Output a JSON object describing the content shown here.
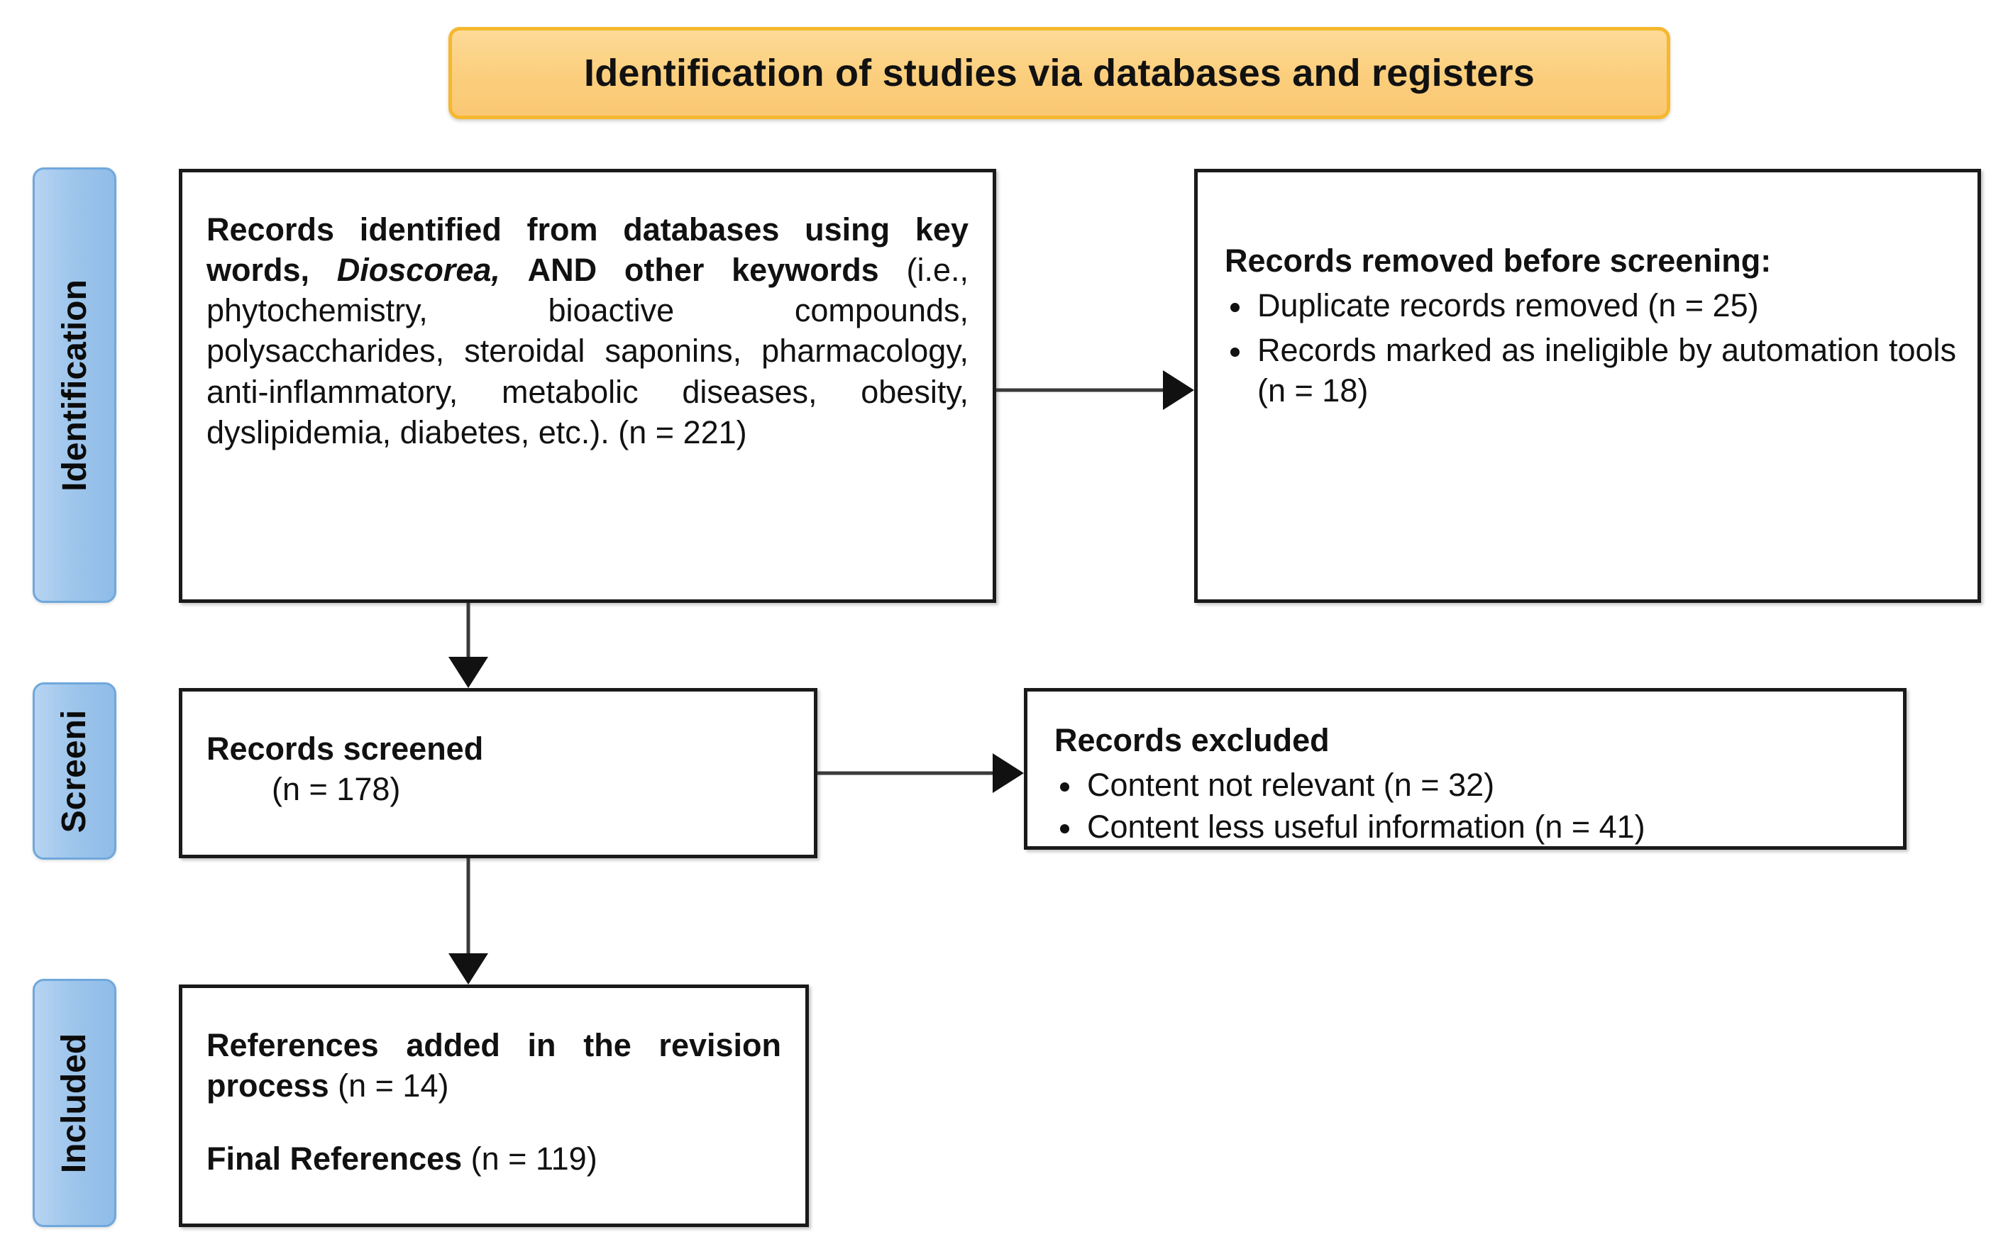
{
  "banner": {
    "title": "Identification of studies via databases and registers",
    "fill_color": "#FCD385",
    "border_color": "#F5B82E"
  },
  "stages": [
    {
      "id": "identification",
      "label": "Identification"
    },
    {
      "id": "screening",
      "label": "Screeni"
    },
    {
      "id": "included",
      "label": "Included"
    }
  ],
  "stage_pill_colors": {
    "fill": "#9FC3E8",
    "border": "#6FA8DC"
  },
  "boxes": {
    "identified": {
      "bold_lead": "Records identified from databases using key words,",
      "italic_term": "Dioscorea,",
      "bold_tail": "AND other keywords",
      "body": "(i.e., phytochemistry, bioactive compounds, polysaccharides, steroidal saponins, pharmacology, anti-inflammatory, metabolic diseases, obesity, dyslipidemia, diabetes, etc.). (n = 221)",
      "count": "(n = 221)"
    },
    "removed": {
      "heading": "Records removed before screening:",
      "items": [
        "Duplicate records removed (n = 25)",
        "Records marked as ineligible by automation tools (n = 18)"
      ],
      "counts": [
        "25",
        "18"
      ]
    },
    "screened": {
      "heading": "Records screened",
      "count": "(n = 178)"
    },
    "excluded": {
      "heading": "Records excluded",
      "items": [
        "Content not relevant (n = 32)",
        "Content less useful information (n = 41)"
      ],
      "counts": [
        "32",
        "41"
      ]
    },
    "included": {
      "line1_bold": "References added in the revision process",
      "line1_count": "(n = 14)",
      "line2_bold": "Final References",
      "line2_count": "(n = 119)"
    }
  },
  "arrows": [
    {
      "id": "identified-to-removed",
      "direction": "right"
    },
    {
      "id": "identified-to-screened",
      "direction": "down"
    },
    {
      "id": "screened-to-excluded",
      "direction": "right"
    },
    {
      "id": "screened-to-included",
      "direction": "down"
    }
  ]
}
